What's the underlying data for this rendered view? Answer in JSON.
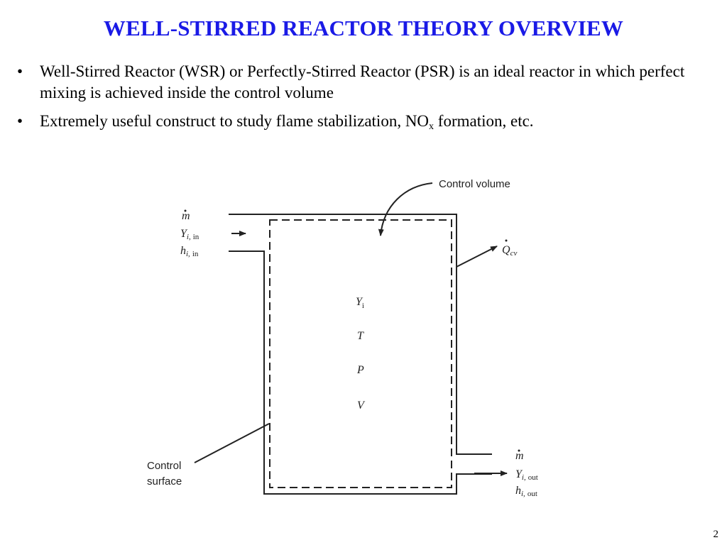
{
  "slide": {
    "title": "WELL-STIRRED REACTOR THEORY OVERVIEW",
    "page_number": "2",
    "title_color": "#1a1ae6"
  },
  "bullets": [
    {
      "symbol": "•",
      "text": "Well-Stirred Reactor (WSR) or Perfectly-Stirred Reactor (PSR) is an ideal reactor in which perfect mixing is achieved inside the control volume"
    },
    {
      "symbol": "•",
      "text_before": "Extremely useful construct to study flame stabilization, NO",
      "subscript": "x",
      "text_after": " formation, etc."
    }
  ],
  "diagram": {
    "control_volume_label": "Control volume",
    "control_surface_label_1": "Control",
    "control_surface_label_2": "surface",
    "heat_symbol": "Q",
    "heat_subscript": "cv",
    "inlet": {
      "mass_flow": "m",
      "species_symbol": "Y",
      "species_sub_italic": "i,",
      "species_sub_upright": "in",
      "enthalpy_symbol": "h",
      "enthalpy_sub_italic": "i,",
      "enthalpy_sub_upright": "in"
    },
    "outlet": {
      "mass_flow": "m",
      "species_symbol": "Y",
      "species_sub_italic": "i,",
      "species_sub_upright": "out",
      "enthalpy_symbol": "h",
      "enthalpy_sub_italic": "i,",
      "enthalpy_sub_upright": "out"
    },
    "interior": {
      "species_symbol": "Y",
      "species_sub": "i",
      "temperature": "T",
      "pressure": "P",
      "volume": "V"
    }
  }
}
